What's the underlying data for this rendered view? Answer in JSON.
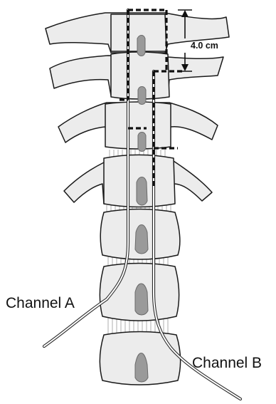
{
  "measurement": {
    "label": "4.0 cm"
  },
  "channels": [
    {
      "label": "Channel A"
    },
    {
      "label": "Channel B"
    }
  ]
}
